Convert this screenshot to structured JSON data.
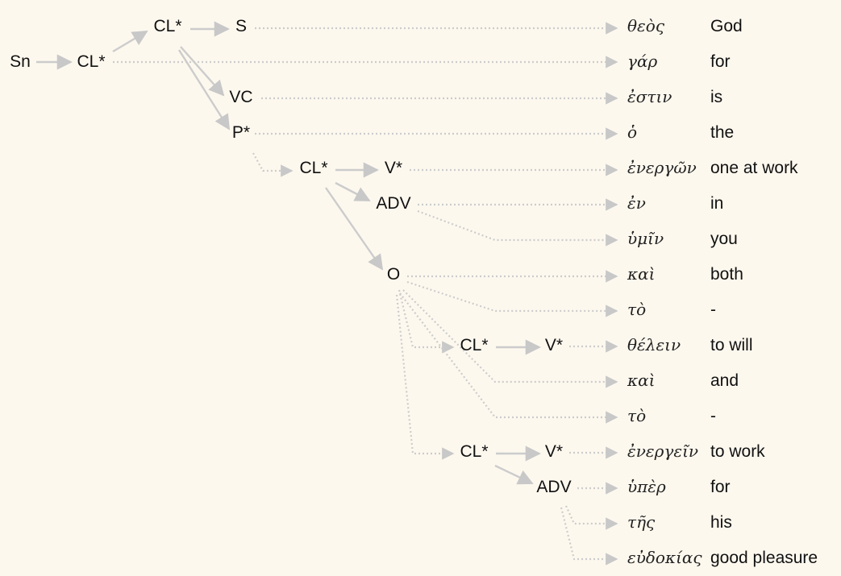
{
  "tree": {
    "nodes": [
      {
        "id": "sn",
        "label": "Sn"
      },
      {
        "id": "cl1",
        "label": "CL*"
      },
      {
        "id": "cl2",
        "label": "CL*"
      },
      {
        "id": "s",
        "label": "S"
      },
      {
        "id": "vc",
        "label": "VC"
      },
      {
        "id": "p",
        "label": "P*"
      },
      {
        "id": "cl3",
        "label": "CL*"
      },
      {
        "id": "v1",
        "label": "V*"
      },
      {
        "id": "adv1",
        "label": "ADV"
      },
      {
        "id": "o",
        "label": "O"
      },
      {
        "id": "cl4",
        "label": "CL*"
      },
      {
        "id": "v2",
        "label": "V*"
      },
      {
        "id": "cl5",
        "label": "CL*"
      },
      {
        "id": "v3",
        "label": "V*"
      },
      {
        "id": "adv2",
        "label": "ADV"
      }
    ],
    "words": [
      {
        "greek": "θεὸς",
        "gloss": "God"
      },
      {
        "greek": "γάρ",
        "gloss": "for"
      },
      {
        "greek": "ἐστιν",
        "gloss": "is"
      },
      {
        "greek": "ὁ",
        "gloss": "the"
      },
      {
        "greek": "ἐνεργῶν",
        "gloss": "one at work"
      },
      {
        "greek": "ἐν",
        "gloss": "in"
      },
      {
        "greek": "ὑμῖν",
        "gloss": "you"
      },
      {
        "greek": "καὶ",
        "gloss": "both"
      },
      {
        "greek": "τὸ",
        "gloss": "-"
      },
      {
        "greek": "θέλειν",
        "gloss": "to will"
      },
      {
        "greek": "καὶ",
        "gloss": "and"
      },
      {
        "greek": "τὸ",
        "gloss": "-"
      },
      {
        "greek": "ἐνεργεῖν",
        "gloss": "to work"
      },
      {
        "greek": "ὑπὲρ",
        "gloss": "for"
      },
      {
        "greek": "τῆς",
        "gloss": "his"
      },
      {
        "greek": "εὐδοκίας",
        "gloss": "good pleasure"
      }
    ]
  },
  "colors": {
    "solid_edge": "#cccccc",
    "dotted_edge": "#cccccc",
    "background": "#fdf8ee"
  }
}
